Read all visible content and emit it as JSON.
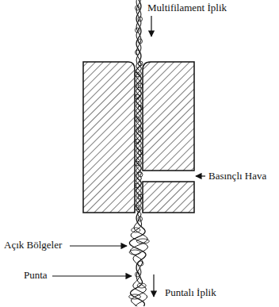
{
  "diagram": {
    "labels": [
      "Multifilament İplik",
      "Basınçlı Hava",
      "Açık Bölgeler",
      "Punta",
      "Puntalı İplik"
    ]
  }
}
